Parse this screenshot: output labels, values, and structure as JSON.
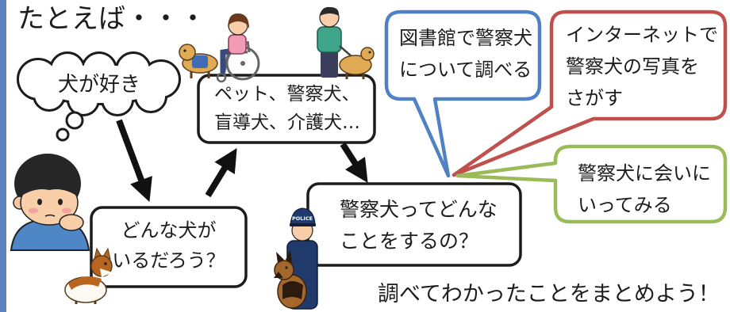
{
  "title": "たとえば・・・",
  "thought": {
    "text": "犬が好き"
  },
  "boxes": {
    "dog_types": {
      "lines": [
        "ペット、警察犬、",
        "盲導犬、介護犬…"
      ]
    },
    "question": {
      "lines": [
        "どんな犬が",
        "いるだろう？"
      ]
    },
    "police_question": {
      "lines": [
        "警察犬ってどんな",
        "ことをするの？"
      ]
    }
  },
  "bubbles": {
    "library": {
      "lines": [
        "図書館で警察犬",
        "について調べる"
      ],
      "color": "#5081c2"
    },
    "internet": {
      "lines": [
        "インターネットで",
        "警察犬の写真を",
        "さがす"
      ],
      "color": "#c0504d"
    },
    "visit": {
      "lines": [
        "警察犬に会いに",
        "いってみる"
      ],
      "color": "#9bbb59"
    }
  },
  "summary": "調べてわかったことをまとめよう！",
  "illustrations": {
    "thinking_boy": "thinking-boy-icon",
    "wheelchair_girl_service_dog": "wheelchair-girl-service-dog-icon",
    "man_guide_dog": "man-guide-dog-icon",
    "sheltie": "sheltie-dog-icon",
    "police_officer_dog": "police-officer-dog-icon",
    "police_cap_text": "POLICE"
  },
  "colors": {
    "side_bar": "#5b83be"
  }
}
